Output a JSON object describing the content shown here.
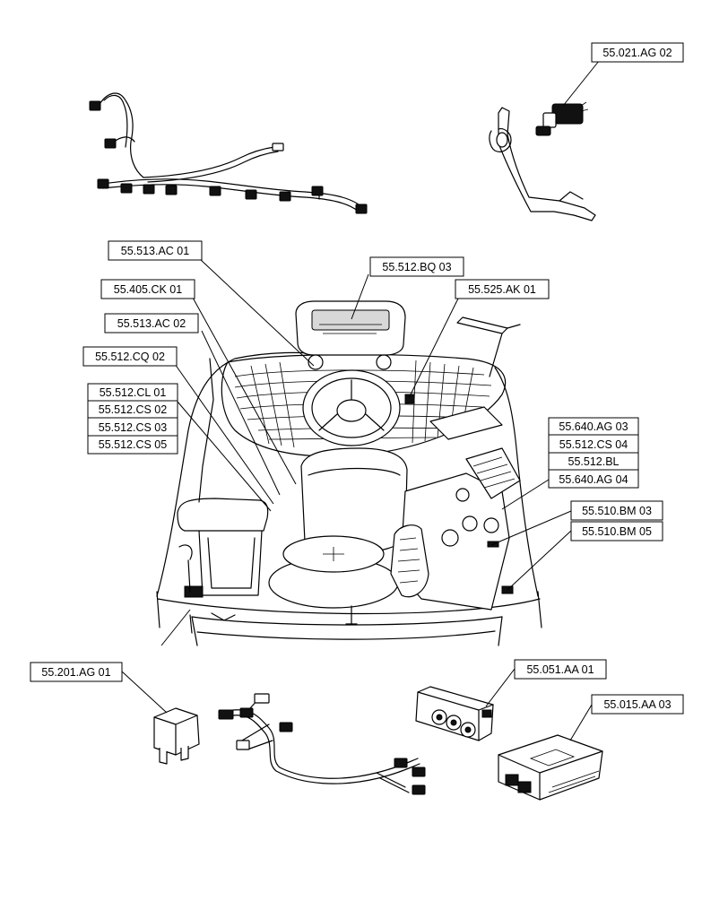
{
  "callouts": [
    {
      "id": "55.021.AG 02"
    },
    {
      "id": "55.513.AC 01"
    },
    {
      "id": "55.512.BQ 03"
    },
    {
      "id": "55.405.CK 01"
    },
    {
      "id": "55.525.AK 01"
    },
    {
      "id": "55.513.AC 02"
    },
    {
      "id": "55.512.CQ 02"
    },
    {
      "id": "55.512.CL 01"
    },
    {
      "id": "55.512.CS 02"
    },
    {
      "id": "55.512.CS 03"
    },
    {
      "id": "55.512.CS 05"
    },
    {
      "id": "55.640.AG 03"
    },
    {
      "id": "55.512.CS 04"
    },
    {
      "id": "55.512.BL"
    },
    {
      "id": "55.640.AG 04"
    },
    {
      "id": "55.510.BM 03"
    },
    {
      "id": "55.510.BM 05"
    },
    {
      "id": "55.201.AG 01"
    },
    {
      "id": "55.051.AA 01"
    },
    {
      "id": "55.015.AA 03"
    }
  ]
}
